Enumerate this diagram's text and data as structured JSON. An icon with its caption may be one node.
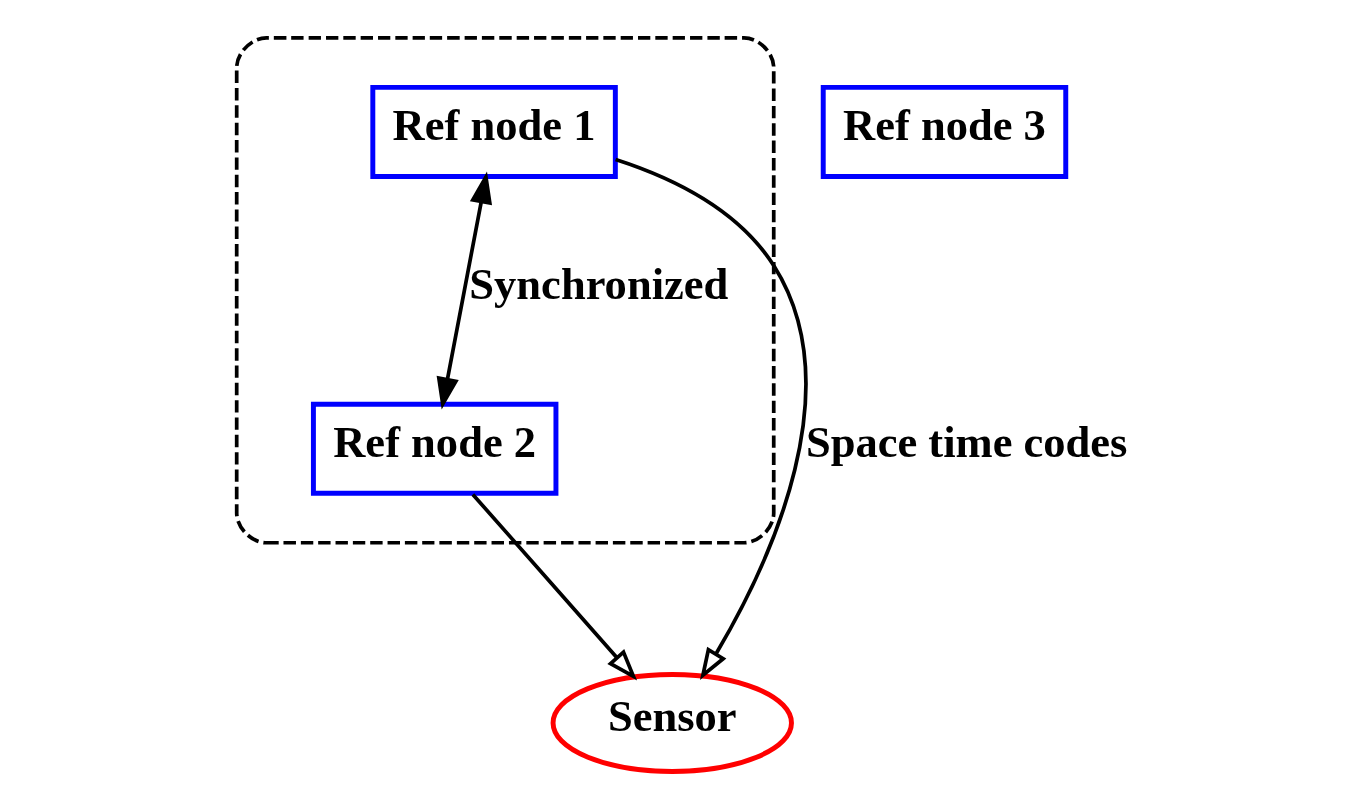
{
  "diagram": {
    "nodes": [
      {
        "text": [],
        "shape": "ellipse"
      },
      {
        "text": [
          "Ref node 1"
        ],
        "in": 0
      },
      {
        "text": [
          "Ref node 2"
        ],
        "in": 0
      },
      {
        "text": [
          "Sensor"
        ]
      },
      {
        "text": [
          "Ref node 3"
        ]
      }
    ],
    "edges": [
      {
        "from": 1,
        "to": 2,
        "arrow": "both",
        "label": "Synchronized"
      },
      {
        "from": 1,
        "to": 3,
        "arrow": "to",
        "label": "Space time codes"
      },
      {
        "from": 2,
        "to": 3,
        "arrow": "to"
      }
    ]
  }
}
